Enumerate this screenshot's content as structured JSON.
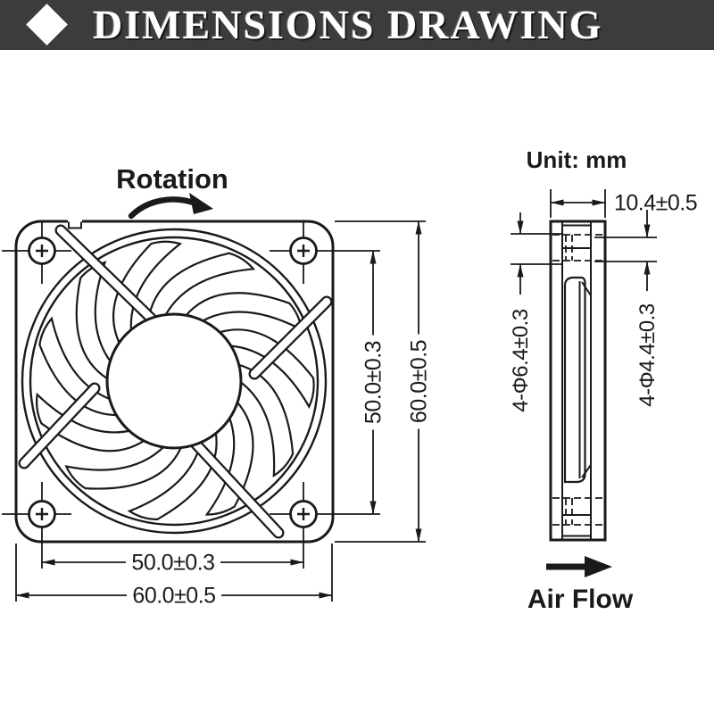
{
  "header": {
    "title": "DIMENSIONS DRAWING"
  },
  "drawing": {
    "unit_label": "Unit: mm",
    "front_view": {
      "rotation_label": "Rotation",
      "blade_count": 11,
      "mounting_hole_pitch_horizontal": "50.0±0.3",
      "frame_width": "60.0±0.5",
      "mounting_hole_pitch_vertical": "50.0±0.3",
      "frame_height": "60.0±0.5"
    },
    "side_view": {
      "thickness": "10.4±0.5",
      "intake_hole_note": "4-Φ6.4±0.3",
      "exhaust_hole_note": "4-Φ4.4±0.3",
      "air_flow_label": "Air Flow"
    },
    "colors": {
      "line": "#1a1a1a",
      "header_bg": "#3c3c3c",
      "header_text": "#ffffff"
    }
  }
}
